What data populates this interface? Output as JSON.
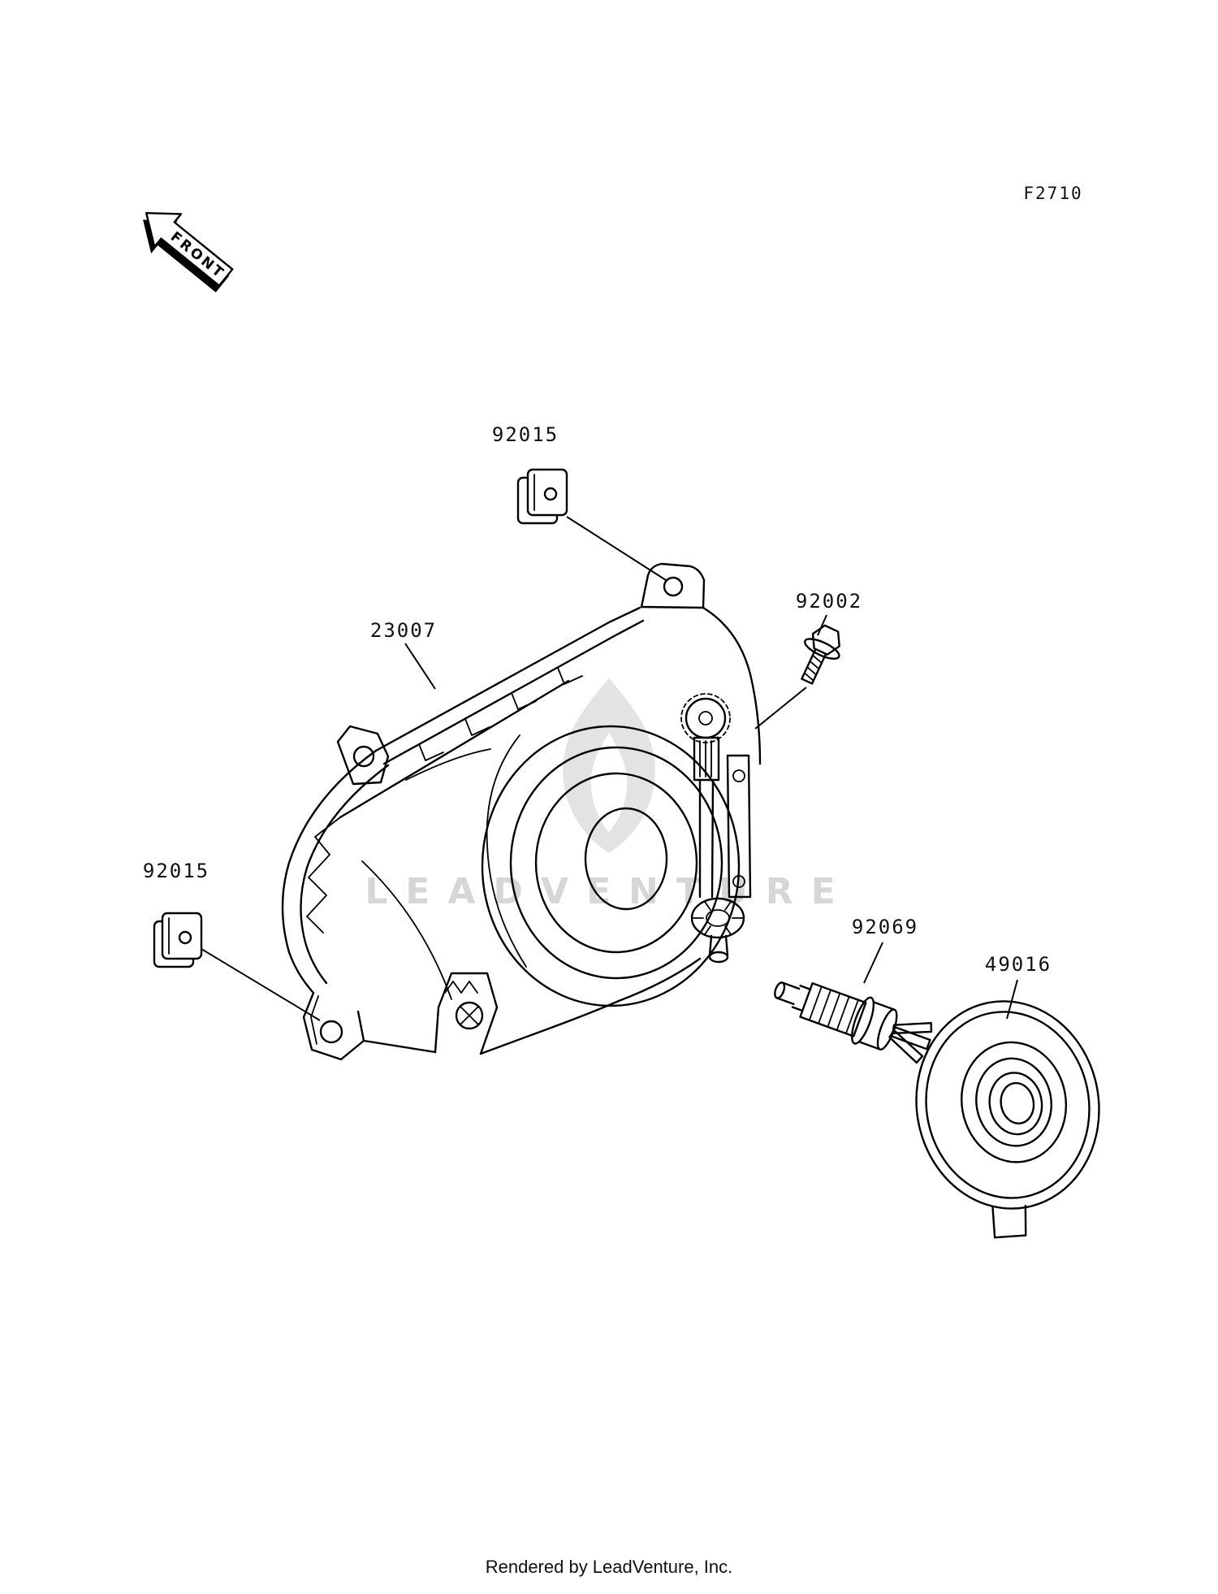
{
  "page": {
    "figure_code": "F2710",
    "front_label": "FRONT",
    "watermark_text": "LEADVENTURE",
    "footer_text": "Rendered by LeadVenture, Inc."
  },
  "part_labels": [
    {
      "id": "label-92015-top",
      "text": "92015"
    },
    {
      "id": "label-92002",
      "text": "92002"
    },
    {
      "id": "label-23007",
      "text": "23007"
    },
    {
      "id": "label-92015-left",
      "text": "92015"
    },
    {
      "id": "label-92069",
      "text": "92069"
    },
    {
      "id": "label-49016",
      "text": "49016"
    }
  ],
  "colors": {
    "background": "#ffffff",
    "line": "#000000",
    "watermark_text": "#d6d6d6",
    "watermark_flame": "#e3e3e3"
  }
}
